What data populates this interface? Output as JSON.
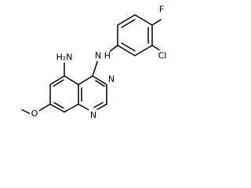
{
  "molecule": {
    "atoms": {
      "nh": "N H",
      "f": "F",
      "cl": "Cl",
      "amine": "H₂N",
      "n_top": "N",
      "n_bottom": "N",
      "methoxy_o": "O"
    }
  },
  "colors": {
    "bond": "#000000",
    "text": "#000000",
    "background": "#ffffff"
  }
}
